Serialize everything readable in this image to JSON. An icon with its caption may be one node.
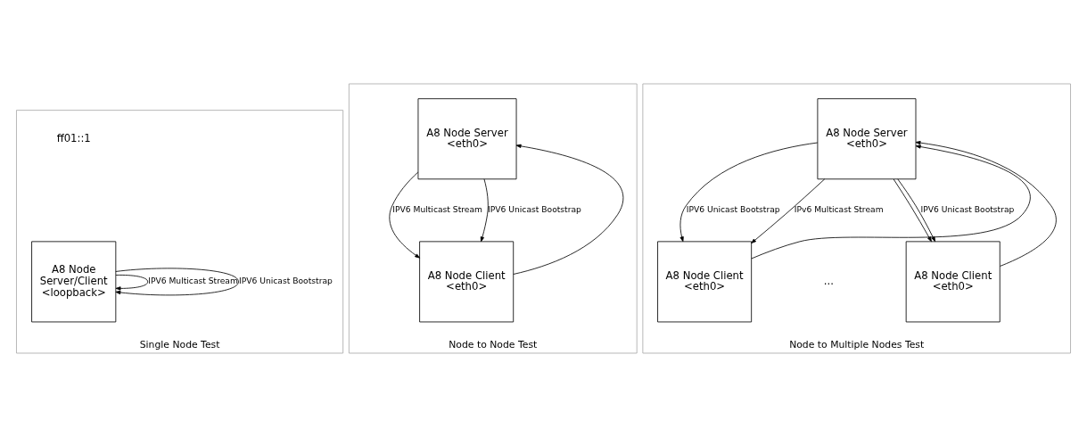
{
  "diagram": {
    "nodes": [
      {
        "text": [
          "Single Node Test"
        ]
      },
      {
        "text": [
          "A8 Node Server/Client <loopback>"
        ],
        "in": 0
      },
      {
        "text": [
          "Node to Node Test"
        ]
      },
      {
        "text": [
          "A8 Node Server <eth0>"
        ],
        "in": 2
      },
      {
        "text": [
          "A8 Node Client <eth0>"
        ],
        "in": 2
      },
      {
        "text": [
          "Node to Multiple Nodes Test"
        ]
      },
      {
        "text": [
          "A8 Node Server <eth0>"
        ],
        "in": 5
      },
      {
        "text": [
          "A8 Node Client <eth0>"
        ],
        "in": 5
      },
      {
        "text": [
          "A8 Node Client <eth0>"
        ],
        "in": 5
      }
    ],
    "edges": [
      {
        "from": 1,
        "to": 1,
        "arrow": "to",
        "label": "IPV6 Multicast Stream"
      },
      {
        "from": 1,
        "to": 1,
        "arrow": "to",
        "label": "IPV6 Unicast Bootstrap"
      },
      {
        "from": 3,
        "to": 4,
        "arrow": "to",
        "label": "IPV6 Multicast Stream"
      },
      {
        "from": 4,
        "to": 3,
        "arrow": "to"
      },
      {
        "from": 3,
        "to": 4,
        "arrow": "to",
        "label": "IPV6 Unicast Bootstrap"
      },
      {
        "from": 7,
        "to": 6,
        "arrow": "to"
      },
      {
        "from": 6,
        "to": 7,
        "arrow": "to",
        "label": "IPV6 Unicast Bootstrap"
      },
      {
        "from": 6,
        "to": 7,
        "arrow": "to",
        "label": "IPv6 Multicast Stream"
      },
      {
        "from": 6,
        "to": 8,
        "arrow": "to"
      },
      {
        "from": 6,
        "to": 8,
        "arrow": "to",
        "label": "IPV6 Unicast Bootstrap"
      },
      {
        "from": 8,
        "to": 6,
        "arrow": "to"
      }
    ],
    "labels": [
      "ff01::1",
      "..."
    ]
  }
}
